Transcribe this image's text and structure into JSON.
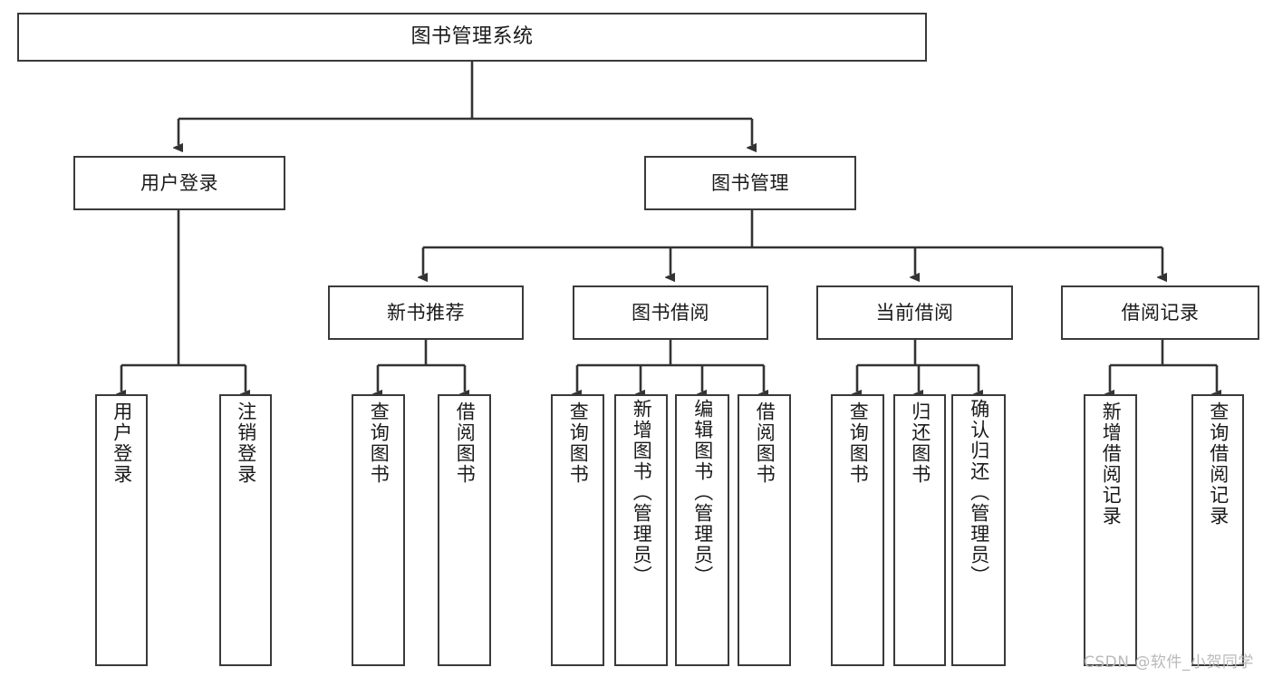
{
  "diagram": {
    "type": "tree",
    "title": "图书管理系统",
    "orientation": "top-down",
    "style": {
      "background": "#ffffff",
      "box_fill": "#ffffff",
      "box_stroke": "#3a3a3a",
      "edge_stroke": "#333333",
      "text_color": "#1a1a1a",
      "watermark_color": "#b9b9b9"
    },
    "nodes": {
      "root": {
        "label": "图书管理系统"
      },
      "level2": [
        {
          "id": "user-login",
          "label": "用户登录"
        },
        {
          "id": "book-management",
          "label": "图书管理"
        }
      ],
      "level3": [
        {
          "id": "new-book-recommend",
          "label": "新书推荐"
        },
        {
          "id": "book-borrow",
          "label": "图书借阅"
        },
        {
          "id": "current-borrow",
          "label": "当前借阅"
        },
        {
          "id": "borrow-record",
          "label": "借阅记录"
        }
      ],
      "leaves": [
        {
          "id": "leaf-user-login",
          "label": "用户登录",
          "parent": "user-login"
        },
        {
          "id": "leaf-logout",
          "label": "注销登录",
          "parent": "user-login"
        },
        {
          "id": "leaf-query-book-1",
          "label": "查询图书",
          "parent": "new-book-recommend"
        },
        {
          "id": "leaf-borrow-book-1",
          "label": "借阅图书",
          "parent": "new-book-recommend"
        },
        {
          "id": "leaf-query-book-2",
          "label": "查询图书",
          "parent": "book-borrow"
        },
        {
          "id": "leaf-add-book",
          "label": "新增图书（管理员）",
          "parent": "book-borrow"
        },
        {
          "id": "leaf-edit-book",
          "label": "编辑图书（管理员）",
          "parent": "book-borrow"
        },
        {
          "id": "leaf-borrow-book-2",
          "label": "借阅图书",
          "parent": "book-borrow"
        },
        {
          "id": "leaf-query-book-3",
          "label": "查询图书",
          "parent": "current-borrow"
        },
        {
          "id": "leaf-return-book",
          "label": "归还图书",
          "parent": "current-borrow"
        },
        {
          "id": "leaf-confirm-return",
          "label": "确认归还（管理员）",
          "parent": "current-borrow"
        },
        {
          "id": "leaf-add-record",
          "label": "新增借阅记录",
          "parent": "borrow-record"
        },
        {
          "id": "leaf-query-record",
          "label": "查询借阅记录",
          "parent": "borrow-record"
        }
      ]
    }
  },
  "watermark": {
    "text": "CSDN @软件_小贺同学"
  }
}
